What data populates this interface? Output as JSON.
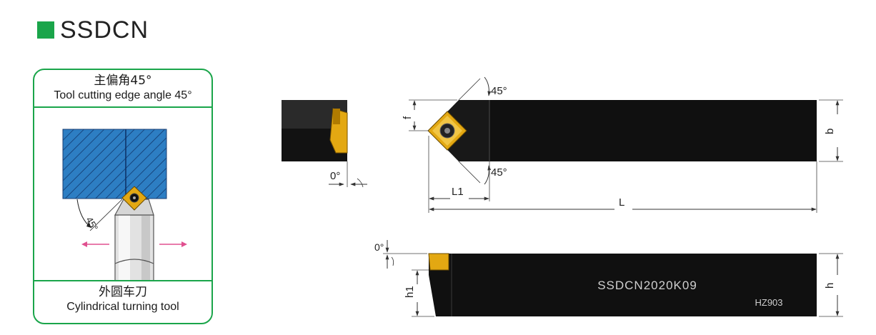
{
  "title": "SSDCN",
  "card": {
    "header_cn": "主偏角45°",
    "header_en": "Tool cutting edge angle 45°",
    "angle_label": "45°",
    "footer_cn": "外圆车刀",
    "footer_en": "Cylindrical turning tool"
  },
  "end_view": {
    "clearance_angle": "0°"
  },
  "top_view": {
    "angle_upper": "45°",
    "angle_lower": "45°",
    "dim_f": "f",
    "dim_b": "b",
    "dim_L1": "L1",
    "dim_L": "L"
  },
  "side_view": {
    "angle": "0°",
    "model_code": "SSDCN2020K09",
    "serial": "HZ903",
    "dim_h1": "h1",
    "dim_h": "h"
  },
  "colors": {
    "accent_green": "#1aa54a",
    "workpiece_blue": "#2d7ec3",
    "tool_body": "#101010",
    "insert_gold": "#e3a812",
    "arrow_pink": "#e0508f"
  }
}
